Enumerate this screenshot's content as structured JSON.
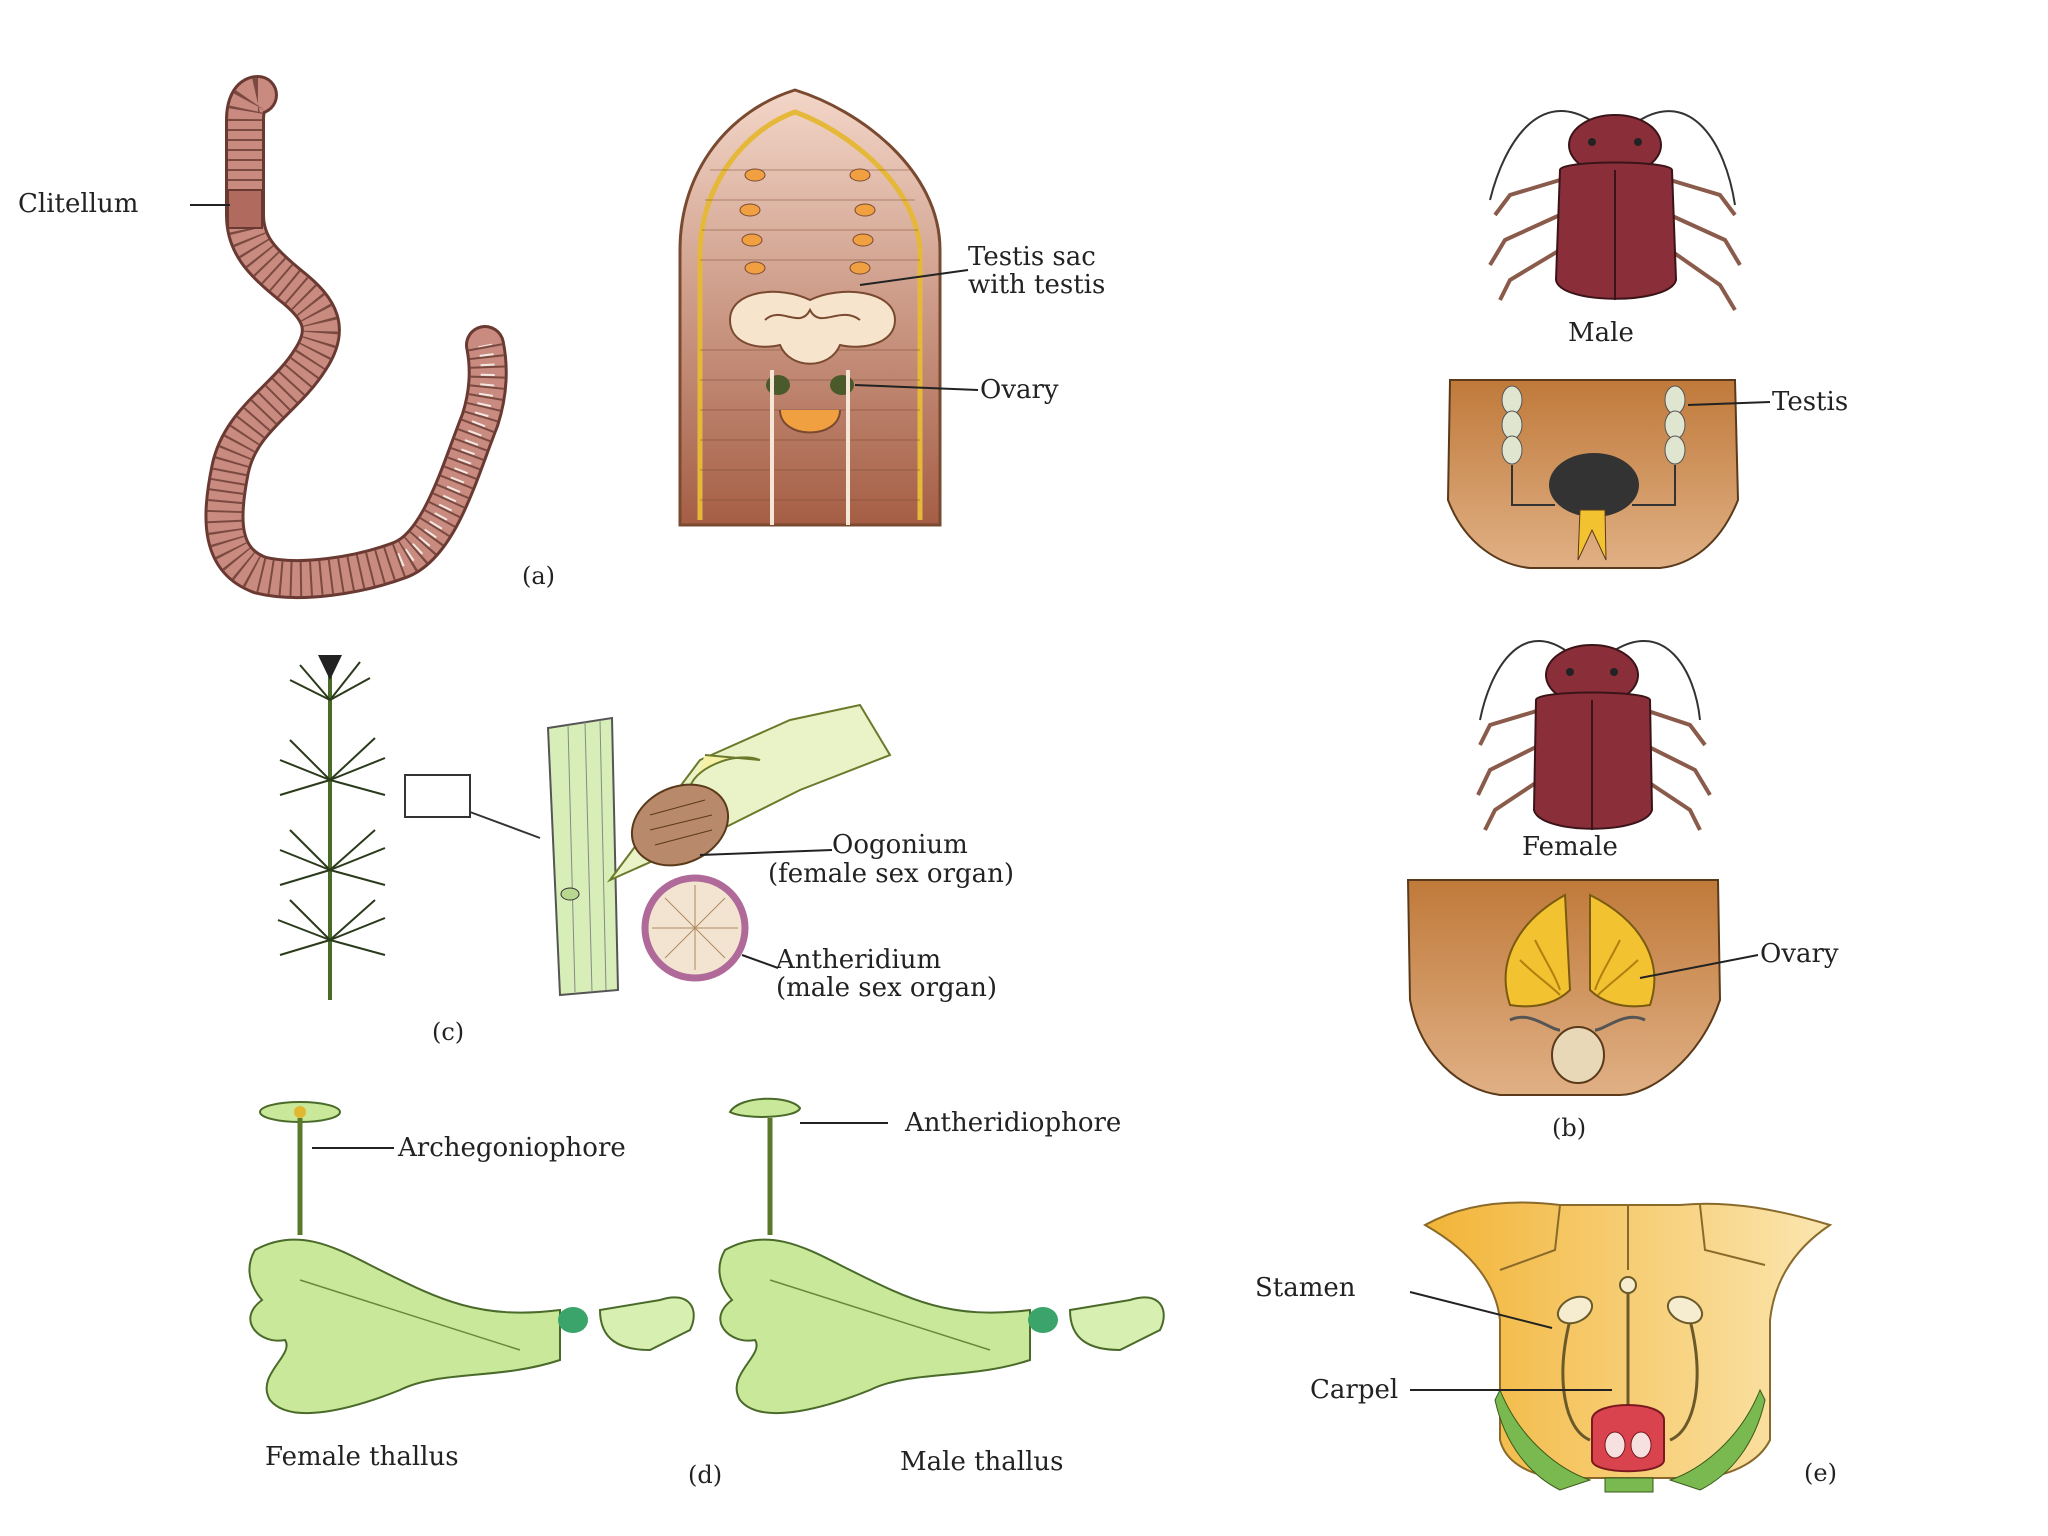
{
  "panels": {
    "a": {
      "caption": "(a)",
      "labels": {
        "clitellum": "Clitellum",
        "testis_sac_1": "Testis sac",
        "testis_sac_2": "with testis",
        "ovary": "Ovary"
      }
    },
    "b": {
      "caption": "(b)",
      "labels": {
        "male": "Male",
        "testis": "Testis",
        "female": "Female",
        "ovary": "Ovary"
      }
    },
    "c": {
      "caption": "(c)",
      "labels": {
        "oogonium_1": "Oogonium",
        "oogonium_2": "(female sex organ)",
        "antheridium_1": "Antheridium",
        "antheridium_2": "(male sex organ)"
      }
    },
    "d": {
      "caption": "(d)",
      "labels": {
        "archegoniophore": "Archegoniophore",
        "antheridiophore": "Antheridiophore",
        "female_thallus": "Female thallus",
        "male_thallus": "Male thallus"
      }
    },
    "e": {
      "caption": "(e)",
      "labels": {
        "stamen": "Stamen",
        "carpel": "Carpel"
      }
    }
  },
  "colors": {
    "earthworm": "#c98a80",
    "worm_section": "#b8755f",
    "cockroach": "#8a2f3a",
    "abdomen": "#c27a3a",
    "ovary_yellow": "#f2c230",
    "thallus": "#c9e89a",
    "flower": "#f4c85a",
    "carpel": "#d9434e"
  },
  "icons": [
    "earthworm-figure",
    "worm-section-figure",
    "cockroach-figure",
    "chara-figure",
    "marchantia-figure",
    "flower-section-figure"
  ]
}
